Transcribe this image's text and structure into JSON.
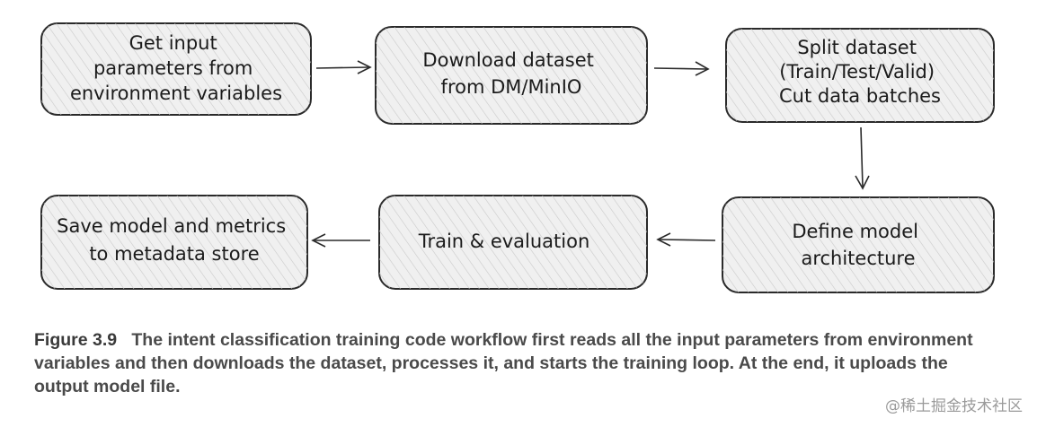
{
  "diagram": {
    "steps": [
      {
        "id": "get-input",
        "lines": [
          "Get input",
          "parameters from",
          "environment variables"
        ]
      },
      {
        "id": "download",
        "lines": [
          "Download dataset",
          "from DM/MinIO"
        ]
      },
      {
        "id": "split",
        "lines": [
          "Split dataset",
          "(Train/Test/Valid)",
          "Cut data batches"
        ]
      },
      {
        "id": "define-model",
        "lines": [
          "Define model",
          "architecture"
        ]
      },
      {
        "id": "train",
        "lines": [
          "Train & evaluation"
        ]
      },
      {
        "id": "save",
        "lines": [
          "Save model and metrics",
          "to metadata store"
        ]
      }
    ],
    "colors": {
      "box_fill": "#f0f0f0",
      "stroke": "#2a2a2a",
      "hatch": "#c8c8c8"
    }
  },
  "caption": {
    "number": "Figure 3.9",
    "text": "The intent classification training code workflow first reads all the input parameters from environment variables and then downloads the dataset, processes it, and starts the training loop. At the end, it uploads the output model file."
  },
  "watermark": "@稀土掘金技术社区"
}
